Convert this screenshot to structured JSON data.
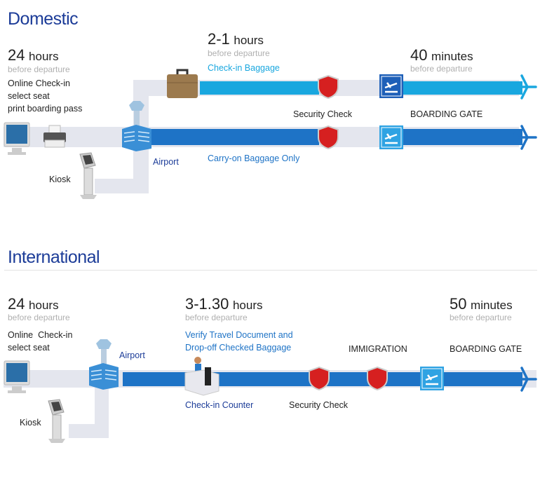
{
  "domestic": {
    "title": "Domestic",
    "step1": {
      "num": "24",
      "unit": "hours",
      "sub": "before departure",
      "lines": [
        "Online Check-in",
        "select seat",
        "print boarding pass"
      ]
    },
    "step2": {
      "num": "2-1",
      "unit": "hours",
      "sub": "before departure",
      "label": "Check-in Baggage"
    },
    "step3": {
      "num": "40",
      "unit": "minutes",
      "sub": "before departure"
    },
    "security": "Security Check",
    "boarding": "BOARDING GATE",
    "airport": "Airport",
    "carryon": "Carry-on Baggage Only",
    "kiosk": "Kiosk"
  },
  "international": {
    "title": "International",
    "step1": {
      "num": "24",
      "unit": "hours",
      "sub": "before departure",
      "lines": [
        "Online  Check-in",
        "select seat"
      ]
    },
    "step2": {
      "num": "3-1.30",
      "unit": "hours",
      "sub": "before departure",
      "lines": [
        "Verify Travel Document and",
        "Drop-off Checked Baggage"
      ]
    },
    "step3": {
      "num": "50",
      "unit": "minutes",
      "sub": "before departure"
    },
    "immigration": "IMMIGRATION",
    "boarding": "BOARDING GATE",
    "airport": "Airport",
    "counter": "Check-in Counter",
    "security": "Security Check",
    "kiosk": "Kiosk"
  },
  "colors": {
    "cyan": "#19a7df",
    "blue": "#1e73c6",
    "navy": "#1c3c98",
    "track": "#e4e6ee",
    "shield": "#d62020"
  }
}
